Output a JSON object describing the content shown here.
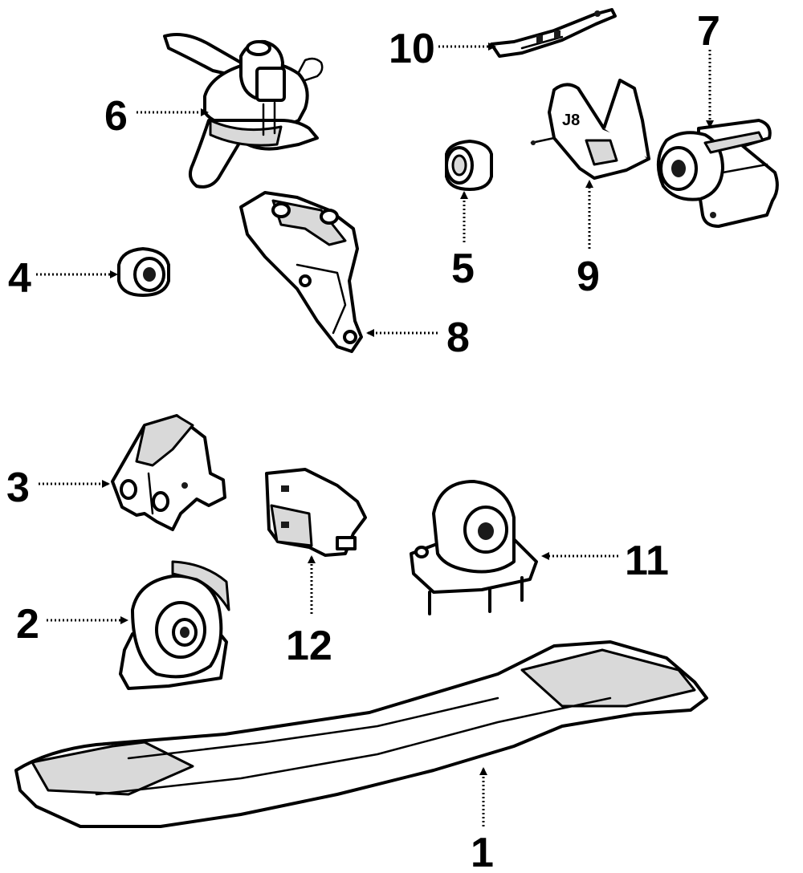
{
  "callouts": [
    {
      "id": "1",
      "text": "1"
    },
    {
      "id": "2",
      "text": "2"
    },
    {
      "id": "3",
      "text": "3"
    },
    {
      "id": "4",
      "text": "4"
    },
    {
      "id": "5",
      "text": "5"
    },
    {
      "id": "6",
      "text": "6"
    },
    {
      "id": "7",
      "text": "7"
    },
    {
      "id": "8",
      "text": "8"
    },
    {
      "id": "9",
      "text": "9"
    },
    {
      "id": "10",
      "text": "10"
    },
    {
      "id": "11",
      "text": "11"
    },
    {
      "id": "12",
      "text": "12"
    }
  ],
  "part_stamp": {
    "text": "J8"
  }
}
